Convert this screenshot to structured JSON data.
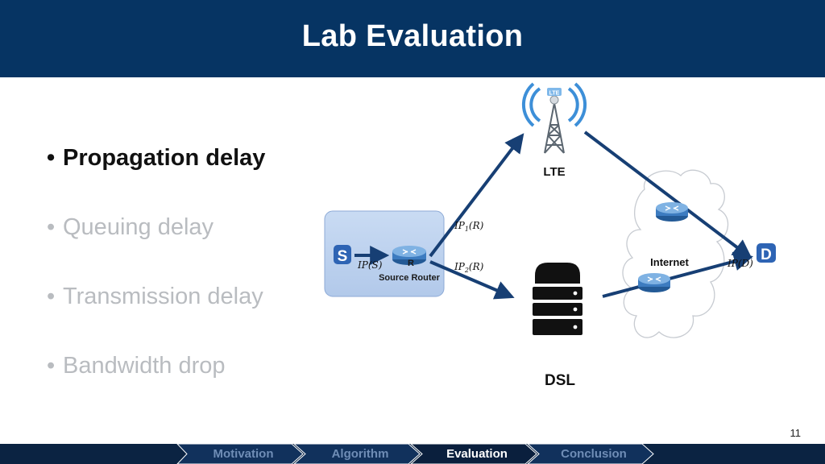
{
  "header": {
    "title": "Lab Evaluation"
  },
  "bullets": [
    {
      "text": "Propagation delay",
      "active": true
    },
    {
      "text": "Queuing delay",
      "active": false
    },
    {
      "text": "Transmission delay",
      "active": false
    },
    {
      "text": "Bandwidth drop",
      "active": false
    }
  ],
  "diagram": {
    "source_node": "S",
    "destination_node": "D",
    "router_letter": "R",
    "router_caption": "Source Router",
    "lte_badge": "LTE",
    "lte_label": "LTE",
    "dsl_label": "DSL",
    "internet_label": "Internet",
    "ip_s": {
      "main": "IP",
      "sub": "",
      "arg": "(S)"
    },
    "ip1_r": {
      "main": "IP",
      "sub": "1",
      "arg": "(R)"
    },
    "ip2_r": {
      "main": "IP",
      "sub": "2",
      "arg": "(R)"
    },
    "ip_d": {
      "main": "IP",
      "sub": "",
      "arg": "(D)"
    }
  },
  "page_number": "11",
  "navigation": [
    {
      "label": "Motivation",
      "current": false
    },
    {
      "label": "Algorithm",
      "current": false
    },
    {
      "label": "Evaluation",
      "current": true
    },
    {
      "label": "Conclusion",
      "current": false
    }
  ],
  "colors": {
    "header": "#063463",
    "arrow": "#173f74",
    "node": "#2e64b4",
    "panel": "#bdd1ef",
    "nav_current": "#ffffff",
    "nav_other": "#6f8db6"
  }
}
